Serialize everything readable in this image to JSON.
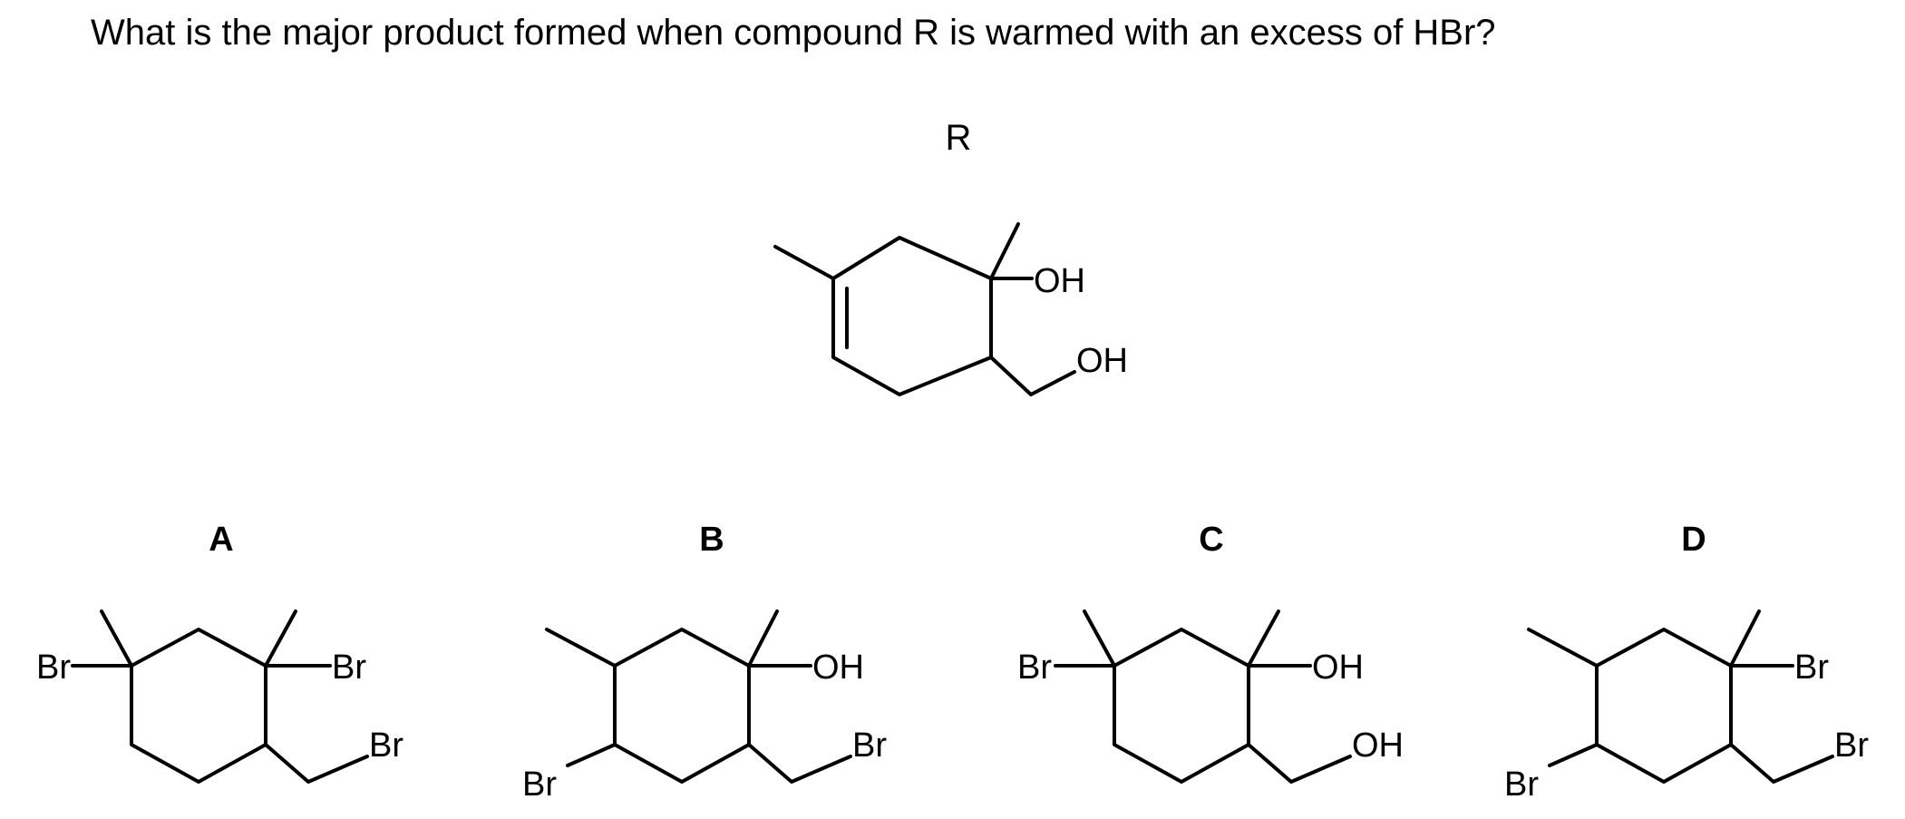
{
  "question": "What is the major product formed when compound R is warmed with an excess of HBr?",
  "compound_label": "R",
  "compound_groups": {
    "oh_ring": "OH",
    "oh_chain": "OH"
  },
  "options": [
    {
      "letter": "A",
      "groups": [
        "Br",
        "Br",
        "Br"
      ]
    },
    {
      "letter": "B",
      "groups": [
        "OH",
        "Br",
        "Br"
      ]
    },
    {
      "letter": "C",
      "groups": [
        "Br",
        "OH",
        "OH"
      ]
    },
    {
      "letter": "D",
      "groups": [
        "Br",
        "Br",
        "Br"
      ]
    }
  ]
}
